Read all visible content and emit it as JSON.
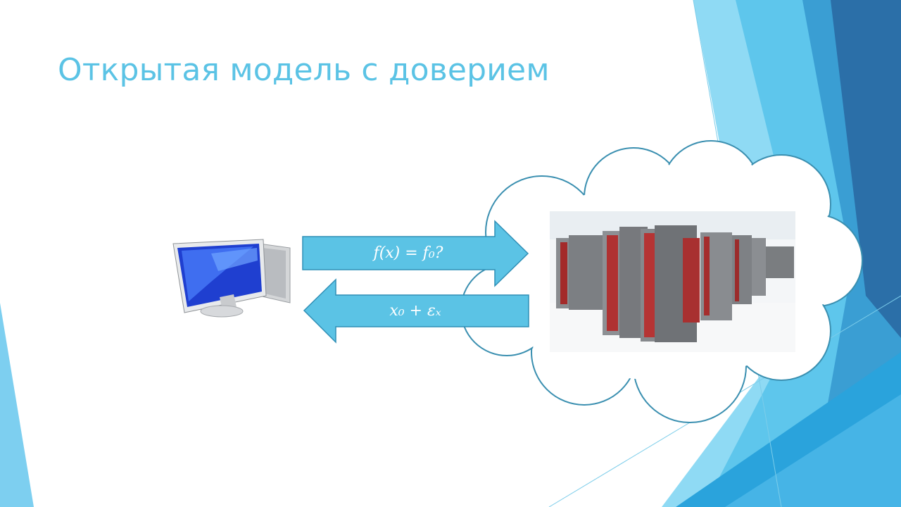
{
  "slide": {
    "title": "Открытая модель с доверием"
  },
  "diagram": {
    "request_label": "f(x) = f₀?",
    "response_label": "x₀ + εₓ",
    "client": "desktop-computer-icon",
    "server": "supercomputer-photo",
    "network": "cloud-outline"
  },
  "colors": {
    "title": "#5bc3e5",
    "arrow_fill": "#5bc3e5",
    "arrow_stroke": "#2f8fb6",
    "cloud_stroke": "#3a8fb0"
  }
}
